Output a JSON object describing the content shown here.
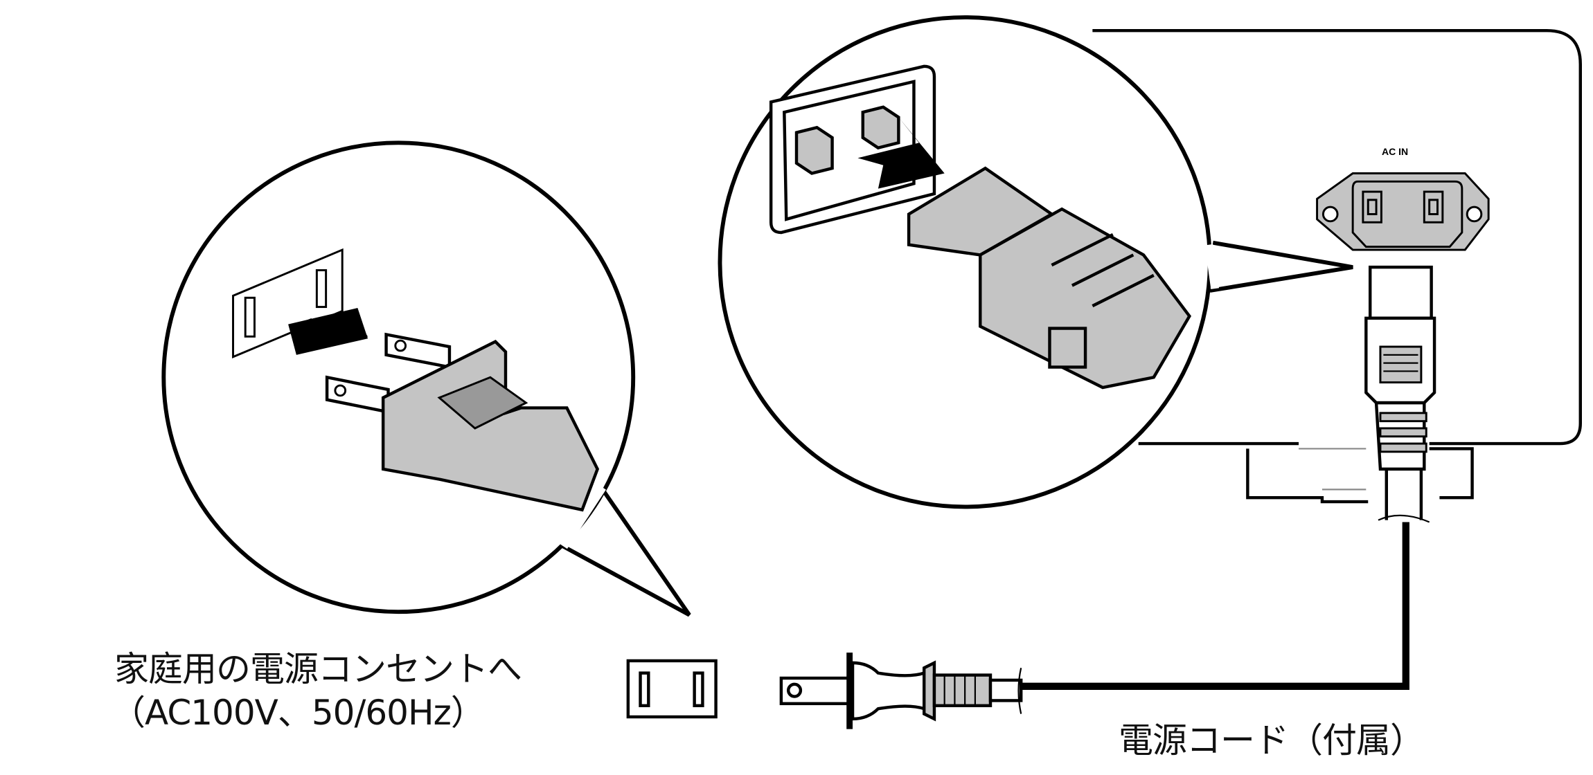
{
  "device": {
    "panel_label": "AC IN"
  },
  "labels": {
    "outlet_line1": "家庭用の電源コンセントへ",
    "outlet_line2": "（AC100V、50/60Hz）",
    "cord": "電源コード（付属）"
  },
  "colors": {
    "line": "#000000",
    "fill_gray": "#c4c4c4",
    "background": "#ffffff"
  }
}
